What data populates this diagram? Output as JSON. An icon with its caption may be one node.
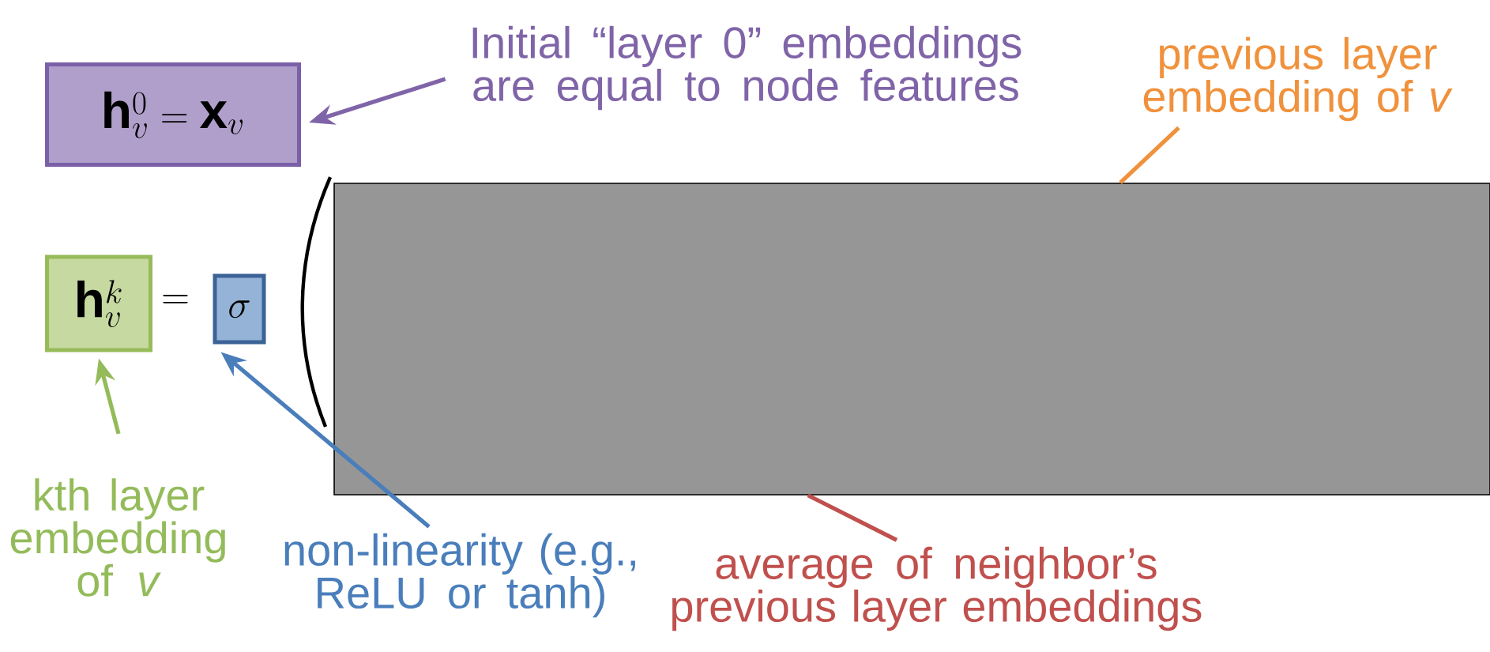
{
  "diagram": {
    "nodes": [
      {
        "text": [
          "\\mathbf{h}_v^0 = \\mathbf{x}_v"
        ]
      },
      {
        "text": [
          "\\mathbf{h}_v^k"
        ]
      },
      {
        "text": [
          "\\sigma"
        ]
      },
      {
        "text": [],
        "shape": "box"
      },
      {
        "text": [
          "Initial “layer 0” embeddings are equal to node features"
        ]
      },
      {
        "text": [
          "previous layer embedding of *v*"
        ]
      },
      {
        "text": [
          "kth layer embedding of *v*"
        ]
      },
      {
        "text": [
          "non-linearity (e.g., ReLU or tanh)"
        ]
      },
      {
        "text": [
          "average of neighbor’s previous layer embeddings"
        ]
      }
    ],
    "edges": [
      {
        "from": 4,
        "to": 0,
        "arrow": "to",
        "color": "#8064a8"
      },
      {
        "from": 5,
        "to": 3,
        "arrow": "none",
        "color": "#f0913c"
      },
      {
        "from": 6,
        "to": 1,
        "arrow": "to",
        "color": "#94bb5a"
      },
      {
        "from": 7,
        "to": 2,
        "arrow": "to",
        "color": "#4a7ebb"
      },
      {
        "from": 8,
        "to": 3,
        "arrow": "none",
        "color": "#c0504d"
      }
    ],
    "labels": [
      "="
    ]
  }
}
